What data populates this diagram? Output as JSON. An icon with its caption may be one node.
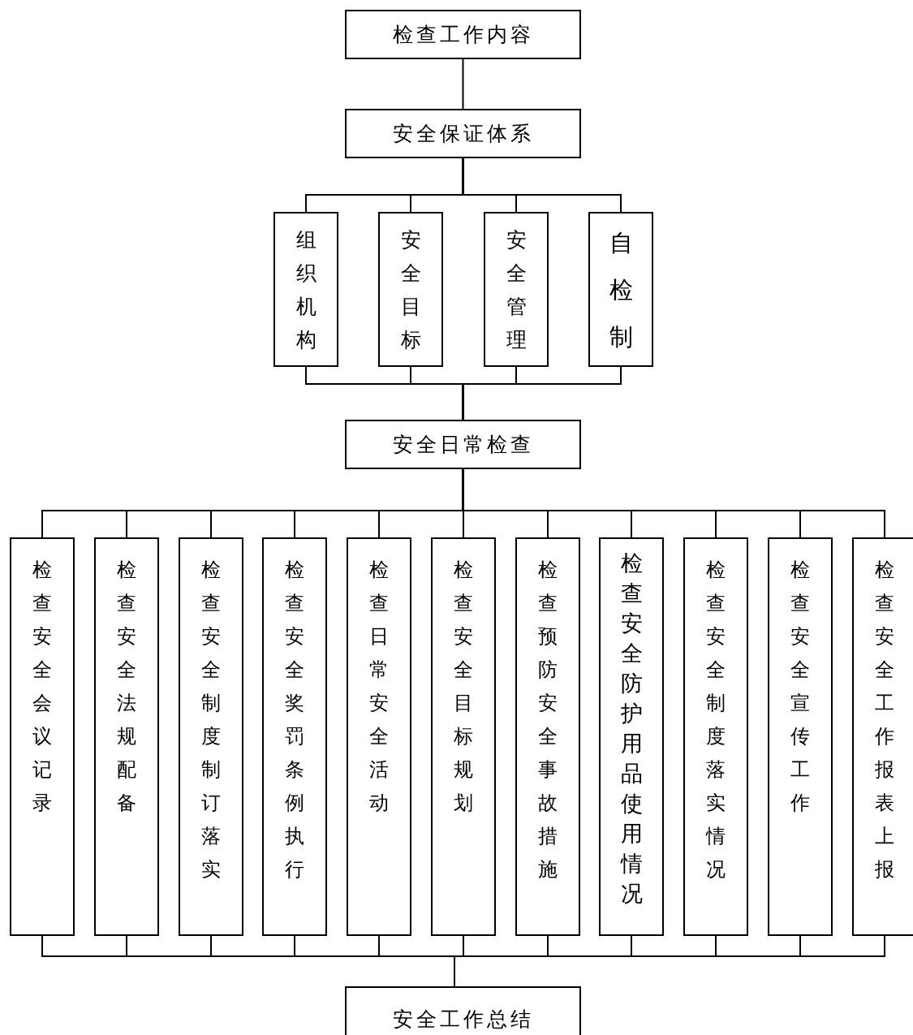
{
  "diagram": {
    "nodes": [
      {
        "text": [
          "检查工作内容"
        ]
      },
      {
        "text": [
          "安全保证体系"
        ]
      },
      {
        "text": [
          "组织机构"
        ]
      },
      {
        "text": [
          "安全目标"
        ]
      },
      {
        "text": [
          "安全管理"
        ]
      },
      {
        "text": [
          "自检制"
        ]
      },
      {
        "text": [
          "安全日常检查"
        ]
      },
      {
        "text": [
          "检查安全会议记录"
        ]
      },
      {
        "text": [
          "检查安全法规配备"
        ]
      },
      {
        "text": [
          "检查安全制度制订落实"
        ]
      },
      {
        "text": [
          "检查安全奖罚条例执行"
        ]
      },
      {
        "text": [
          "检查日常安全活动"
        ]
      },
      {
        "text": [
          "检查安全目标规划"
        ]
      },
      {
        "text": [
          "检查预防安全事故措施"
        ]
      },
      {
        "text": [
          "检查安全防护用品使用情况"
        ]
      },
      {
        "text": [
          "检查安全制度落实情况"
        ]
      },
      {
        "text": [
          "检查安全宣传工作"
        ]
      },
      {
        "text": [
          "检查安全工作报表上报"
        ]
      },
      {
        "text": [
          "安全工作总结"
        ]
      }
    ],
    "edges": [
      {
        "from": 0,
        "to": 1,
        "arrow": "none"
      },
      {
        "from": 1,
        "to": 2,
        "arrow": "none"
      },
      {
        "from": 1,
        "to": 3,
        "arrow": "none"
      },
      {
        "from": 1,
        "to": 4,
        "arrow": "none"
      },
      {
        "from": 1,
        "to": 5,
        "arrow": "none"
      },
      {
        "from": 2,
        "to": 6,
        "arrow": "none"
      },
      {
        "from": 3,
        "to": 6,
        "arrow": "none"
      },
      {
        "from": 4,
        "to": 6,
        "arrow": "none"
      },
      {
        "from": 5,
        "to": 6,
        "arrow": "none"
      },
      {
        "from": 6,
        "to": 7,
        "arrow": "none"
      },
      {
        "from": 6,
        "to": 8,
        "arrow": "none"
      },
      {
        "from": 6,
        "to": 9,
        "arrow": "none"
      },
      {
        "from": 6,
        "to": 10,
        "arrow": "none"
      },
      {
        "from": 6,
        "to": 11,
        "arrow": "none"
      },
      {
        "from": 6,
        "to": 12,
        "arrow": "none"
      },
      {
        "from": 6,
        "to": 13,
        "arrow": "none"
      },
      {
        "from": 6,
        "to": 14,
        "arrow": "none"
      },
      {
        "from": 6,
        "to": 15,
        "arrow": "none"
      },
      {
        "from": 6,
        "to": 16,
        "arrow": "none"
      },
      {
        "from": 6,
        "to": 17,
        "arrow": "none"
      },
      {
        "from": 7,
        "to": 18,
        "arrow": "none"
      },
      {
        "from": 8,
        "to": 18,
        "arrow": "none"
      },
      {
        "from": 9,
        "to": 18,
        "arrow": "none"
      },
      {
        "from": 10,
        "to": 18,
        "arrow": "none"
      },
      {
        "from": 11,
        "to": 18,
        "arrow": "none"
      },
      {
        "from": 12,
        "to": 18,
        "arrow": "none"
      },
      {
        "from": 13,
        "to": 18,
        "arrow": "none"
      },
      {
        "from": 14,
        "to": 18,
        "arrow": "none"
      },
      {
        "from": 15,
        "to": 18,
        "arrow": "none"
      },
      {
        "from": 16,
        "to": 18,
        "arrow": "none"
      },
      {
        "from": 17,
        "to": 18,
        "arrow": "none"
      }
    ]
  }
}
